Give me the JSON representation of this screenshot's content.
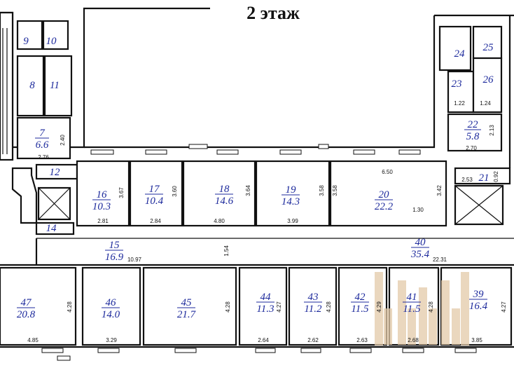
{
  "title": "2 этаж",
  "rooms": [
    {
      "id": "r9",
      "number": "9",
      "area": ""
    },
    {
      "id": "r10",
      "number": "10",
      "area": ""
    },
    {
      "id": "r8",
      "number": "8",
      "area": ""
    },
    {
      "id": "r11",
      "number": "11",
      "area": ""
    },
    {
      "id": "r7",
      "number": "7",
      "area": "6.6"
    },
    {
      "id": "r12",
      "number": "12",
      "area": ""
    },
    {
      "id": "r14",
      "number": "14",
      "area": ""
    },
    {
      "id": "r16",
      "number": "16",
      "area": "10.3"
    },
    {
      "id": "r17",
      "number": "17",
      "area": "10.4"
    },
    {
      "id": "r18",
      "number": "18",
      "area": "14.6"
    },
    {
      "id": "r19",
      "number": "19",
      "area": "14.3"
    },
    {
      "id": "r20",
      "number": "20",
      "area": "22.2"
    },
    {
      "id": "r21",
      "number": "21",
      "area": ""
    },
    {
      "id": "r22",
      "number": "22",
      "area": "5.8"
    },
    {
      "id": "r23",
      "number": "23",
      "area": ""
    },
    {
      "id": "r24",
      "number": "24",
      "area": ""
    },
    {
      "id": "r25",
      "number": "25",
      "area": ""
    },
    {
      "id": "r26",
      "number": "26",
      "area": ""
    },
    {
      "id": "r15",
      "number": "15",
      "area": "16.9"
    },
    {
      "id": "r40",
      "number": "40",
      "area": "35.4"
    },
    {
      "id": "r47",
      "number": "47",
      "area": "20.8"
    },
    {
      "id": "r46",
      "number": "46",
      "area": "14.0"
    },
    {
      "id": "r45",
      "number": "45",
      "area": "21.7"
    },
    {
      "id": "r44",
      "number": "44",
      "area": "11.3"
    },
    {
      "id": "r43",
      "number": "43",
      "area": "11.2"
    },
    {
      "id": "r42",
      "number": "42",
      "area": "11.5"
    },
    {
      "id": "r41",
      "number": "41",
      "area": "11.5"
    },
    {
      "id": "r39",
      "number": "39",
      "area": "16.4"
    }
  ],
  "dimensions": [
    "2.40",
    "2.76",
    "3.67",
    "2.81",
    "3.60",
    "2.84",
    "3.64",
    "4.80",
    "3.58",
    "3.99",
    "3.58",
    "6.50",
    "3.42",
    "1.30",
    "2.53",
    "0.92",
    "2.13",
    "2.70",
    "1.22",
    "1.24",
    "1.54",
    "10.97",
    "22.31",
    "4.28",
    "4.85",
    "3.29",
    "4.28",
    "4.27",
    "2.64",
    "4.28",
    "2.62",
    "4.29",
    "2.63",
    "4.28",
    "2.68",
    "4.27",
    "3.85"
  ]
}
